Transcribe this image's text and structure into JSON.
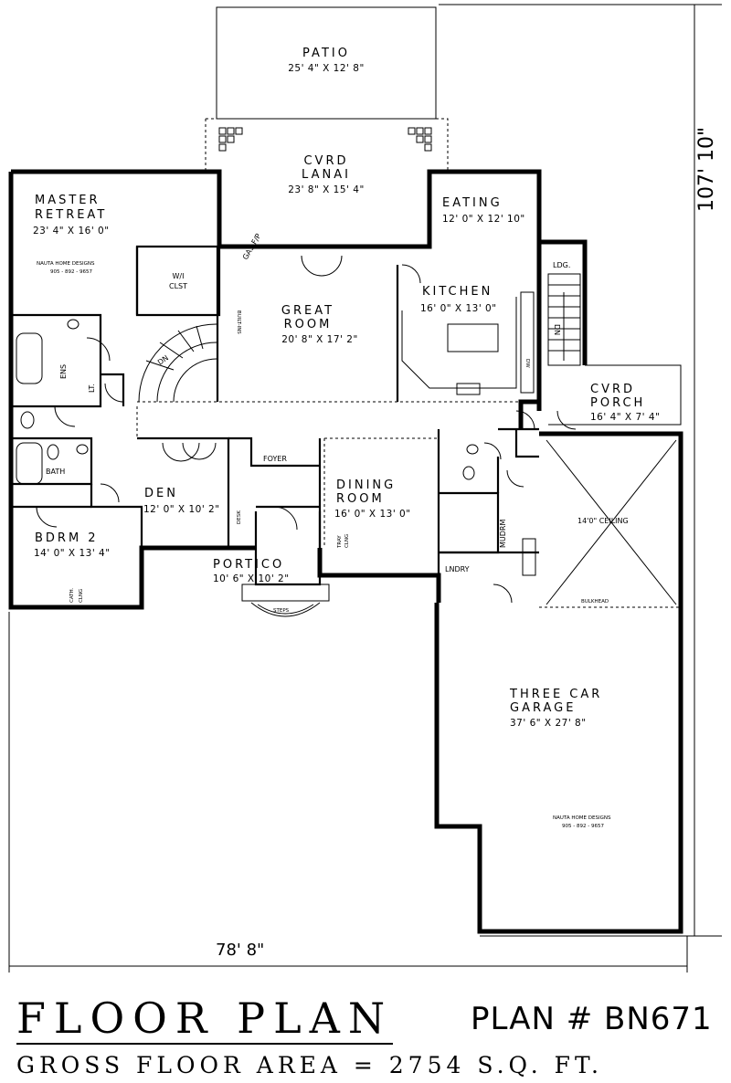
{
  "plan": {
    "rooms": {
      "patio": {
        "name": "PATIO",
        "size": "25' 4\" X 12' 8\""
      },
      "lanai": {
        "name1": "CVRD",
        "name2": "LANAI",
        "size": "23' 8\" X 15' 4\""
      },
      "master": {
        "name1": "MASTER",
        "name2": "RETREAT",
        "size": "23' 4\" X 16' 0\""
      },
      "eating": {
        "name": "EATING",
        "size": "12' 0\" X 12' 10\""
      },
      "wic": {
        "name1": "W/I",
        "name2": "CLST"
      },
      "great": {
        "name1": "GREAT",
        "name2": "ROOM",
        "size": "20' 8\" X 17' 2\""
      },
      "kitchen": {
        "name": "KITCHEN",
        "size": "16' 0\" X 13' 0\""
      },
      "ens": {
        "name": "ENS"
      },
      "lt": {
        "name": "LT."
      },
      "bath": {
        "name": "BATH"
      },
      "porch": {
        "name1": "CVRD",
        "name2": "PORCH",
        "size": "16' 4\" X 7' 4\""
      },
      "foyer": {
        "name": "FOYER"
      },
      "den": {
        "name": "DEN",
        "size": "12' 0\" X 10' 2\""
      },
      "desk": {
        "name": "DESK"
      },
      "dining": {
        "name1": "DINING",
        "name2": "ROOM",
        "size": "16' 0\" X 13' 0\""
      },
      "mudrm": {
        "name": "MUDRM"
      },
      "bdrm2": {
        "name": "BDRM 2",
        "size": "14' 0\" X 13' 4\""
      },
      "portico": {
        "name": "PORTICO",
        "size": "10' 6\" X 10' 2\""
      },
      "lndry": {
        "name": "LNDRY"
      },
      "garage": {
        "name1": "THREE CAR",
        "name2": "GARAGE",
        "size": "37' 6\" X 27' 8\""
      }
    },
    "notes": {
      "designer": "NAUTA HOME DESIGNS",
      "phone": "905 - 892 - 9657",
      "gas_fp": "GAS F/P",
      "built_ins": "BUILT-INS",
      "ldg": "LDG.",
      "dn": "DN",
      "dn_stair": "DN",
      "dw": "DW",
      "ceiling": "14'0\" CEILING",
      "bulkhead": "BULKHEAD",
      "steps": "STEPS",
      "tray": "TRAY",
      "tray_clng": "CLNG",
      "cath": "CATH.",
      "cath_clng": "CLNG"
    },
    "dimensions": {
      "width": "78' 8\"",
      "depth": "107' 10\""
    }
  },
  "footer": {
    "title": "FLOOR PLAN",
    "plan_number": "PLAN # BN671",
    "gross_area": "GROSS FLOOR AREA = 2754 S.Q. FT."
  }
}
